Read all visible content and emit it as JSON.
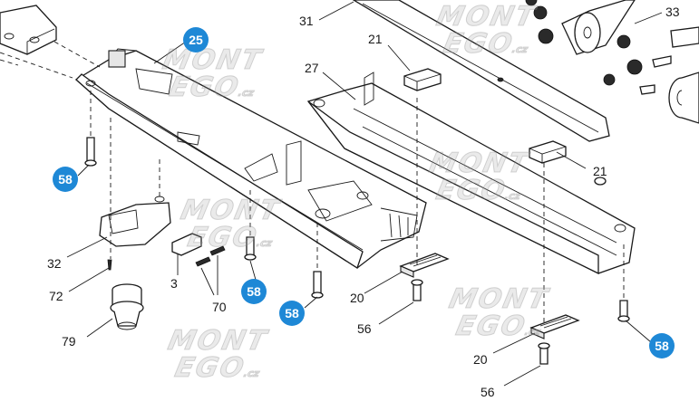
{
  "diagram": {
    "callouts": {
      "p31": "31",
      "p33": "33",
      "p21a": "21",
      "p21b": "21",
      "p27": "27",
      "p32": "32",
      "p72": "72",
      "p79": "79",
      "p3": "3",
      "p70": "70",
      "p20a": "20",
      "p20b": "20",
      "p56a": "56",
      "p56b": "56"
    },
    "badges": {
      "b25": "25",
      "b58a": "58",
      "b58b": "58",
      "b58c": "58",
      "b58d": "58"
    },
    "badge_color": "#1e88d6"
  },
  "watermark": {
    "line1": "MONT",
    "line2": "EGO",
    "suffix": ".cz"
  }
}
